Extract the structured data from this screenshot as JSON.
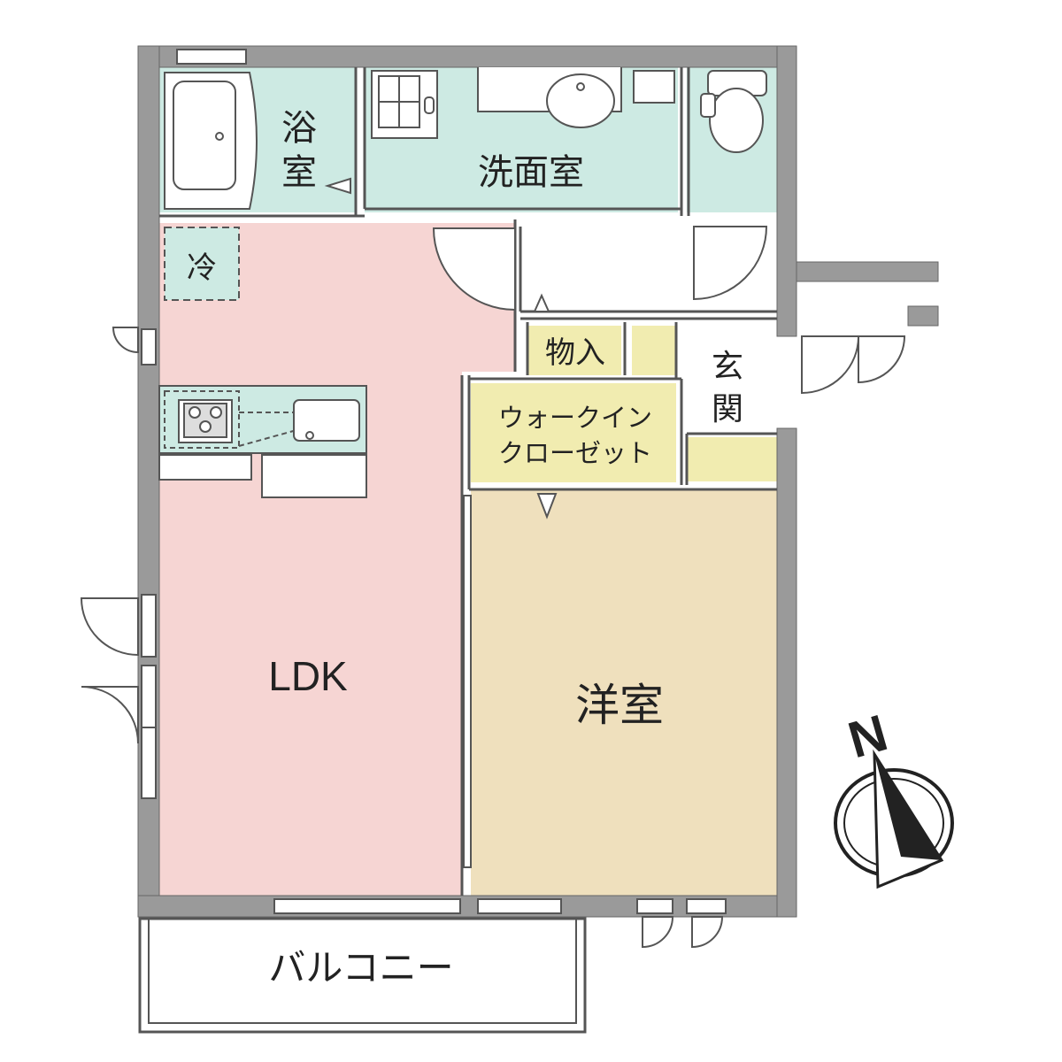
{
  "rooms": {
    "bath": {
      "label_1": "浴",
      "label_2": "室"
    },
    "washroom": {
      "label": "洗面室"
    },
    "fridge": {
      "label": "冷"
    },
    "ldk": {
      "label": "LDK"
    },
    "storage": {
      "label": "物入"
    },
    "walk_in_closet": {
      "label_1": "ウォークイン",
      "label_2": "クローゼット"
    },
    "entrance": {
      "label_1": "玄",
      "label_2": "関"
    },
    "western_room": {
      "label": "洋室"
    },
    "balcony": {
      "label": "バルコニー"
    }
  },
  "compass": {
    "label": "N"
  },
  "colors": {
    "wall": "#9a9a9a",
    "wet_area": "#cdeae3",
    "ldk": "#f6d5d3",
    "closet": "#f1ecb0",
    "western_room": "#efe0bd",
    "outline": "#555555"
  }
}
